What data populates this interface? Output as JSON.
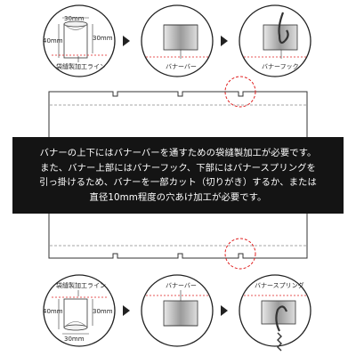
{
  "top_row": {
    "step1": {
      "width_label": "30mm",
      "height_label_left": "40mm",
      "height_label_right": "30mm",
      "caption": "袋縫製加工ライン"
    },
    "step2": {
      "caption": "バナーバー"
    },
    "step3": {
      "caption": "バナーフック"
    }
  },
  "notice": {
    "lines": [
      "バナーの上下にはバナーバーを通すための袋縫製加工が必要です。",
      "また、バナー上部にはバナーフック、下部にはバナースプリングを",
      "引っ掛けるため、バナーを一部カット（切りがき）するか、または",
      "直径10mm程度の穴あけ加工が必要です。"
    ]
  },
  "bottom_row": {
    "step1": {
      "caption": "袋縫製加工ライン",
      "width_label": "30mm",
      "height_label_left": "40mm",
      "height_label_right": "30mm"
    },
    "step2": {
      "caption": "バナーバー"
    },
    "step3": {
      "caption": "バナースプリング"
    }
  },
  "colors": {
    "notice_bg": "#141414",
    "notice_text": "#ffffff",
    "dashed_red": "#e02020",
    "outline": "#222222",
    "sleeve_shade": "#b8b8b8"
  }
}
